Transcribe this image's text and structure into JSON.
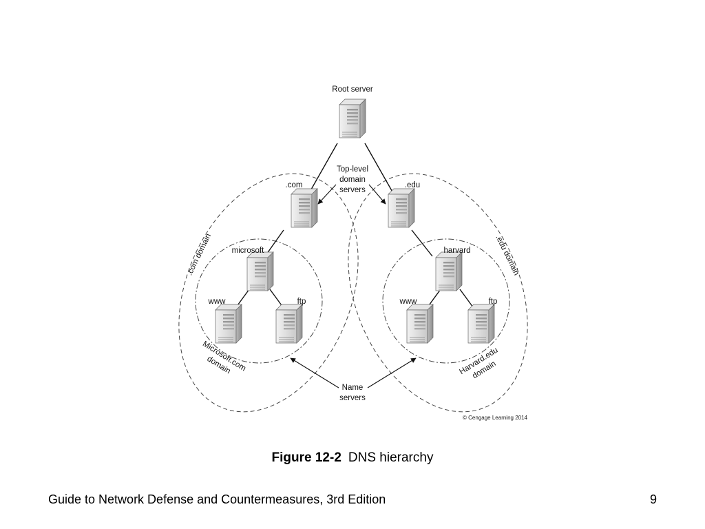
{
  "diagram": {
    "root": "Root server",
    "tld_label": [
      "Top-level",
      "domain",
      "servers"
    ],
    "com_server": ".com",
    "edu_server": ".edu",
    "com_domain": ".com domain",
    "edu_domain": ".edu domain",
    "microsoft": "microsoft",
    "harvard": "harvard",
    "ms_www": "www",
    "ms_ftp": "ftp",
    "hv_www": "www",
    "hv_ftp": "ftp",
    "ms_domain": [
      "Microsoft.com",
      "domain"
    ],
    "hv_domain": [
      "Harvard.edu",
      "domain"
    ],
    "name_servers": [
      "Name",
      "servers"
    ],
    "copyright": "© Cengage Learning 2014"
  },
  "caption": {
    "figure_number": "Figure 12-2",
    "title": "DNS hierarchy"
  },
  "footer": {
    "book_title": "Guide to Network Defense and Countermeasures, 3rd Edition",
    "page": "9"
  }
}
